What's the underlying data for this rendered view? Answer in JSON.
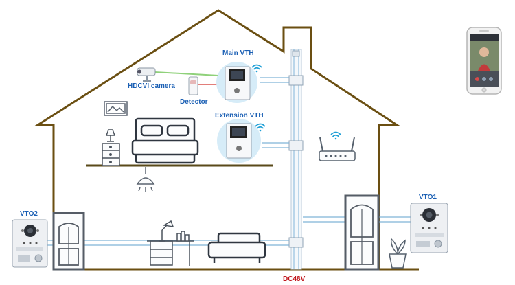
{
  "labels": {
    "main_vth": "Main VTH",
    "extension_vth": "Extension VTH",
    "hdcvi_camera": "HDCVI camera",
    "detector": "Detector",
    "vto1": "VTO1",
    "vto2": "VTO2",
    "dc48v": "DC48V"
  },
  "colors": {
    "house_outline": "#6b4f12",
    "floor": "#5a4a1a",
    "wire": "#7fb3d8",
    "camera_wire": "#8fd17a",
    "detector_wire": "#d9534f",
    "label_blue": "#1a5fb4",
    "label_red": "#c0161c",
    "device_glow": "#d6ecf8"
  },
  "icons": [
    "wifi-icon",
    "router-icon",
    "phone-icon",
    "bed-icon",
    "sofa-icon",
    "lamp-icon",
    "desk-icon",
    "plant-icon",
    "door-icon",
    "picture-frame-icon",
    "ceiling-light-icon",
    "nightstand-icon"
  ]
}
